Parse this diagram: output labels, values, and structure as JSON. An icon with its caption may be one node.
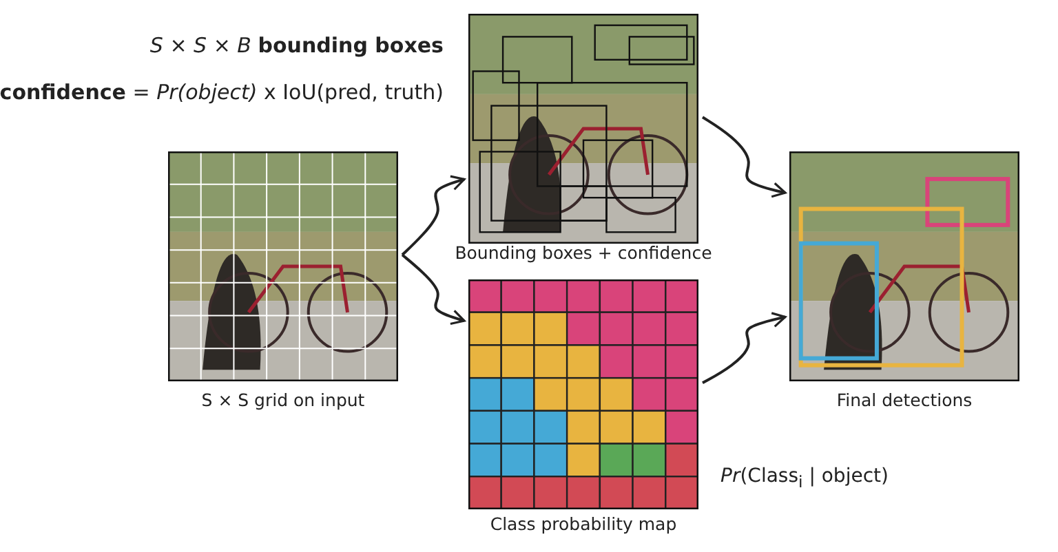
{
  "diagram": {
    "nodes": [
      {
        "text": [
          "S × S grid on input"
        ]
      },
      {
        "text": [
          "Bounding boxes + confidence"
        ]
      },
      {
        "text": [
          "Class probability map"
        ]
      },
      {
        "text": [
          "Final detections"
        ]
      }
    ],
    "edges": [
      {
        "from": 0,
        "to": 1,
        "arrow": "to"
      },
      {
        "from": 0,
        "to": 2,
        "arrow": "to"
      },
      {
        "from": 1,
        "to": 3,
        "arrow": "to"
      },
      {
        "from": 2,
        "to": 3,
        "arrow": "to"
      }
    ],
    "labels": [
      "*S* × *S* × *B* **bounding boxes**",
      "**confidence** = *Pr(object)* x IoU(pred, truth)",
      "*Pr*(Class$_{i}$ | object)"
    ]
  }
}
